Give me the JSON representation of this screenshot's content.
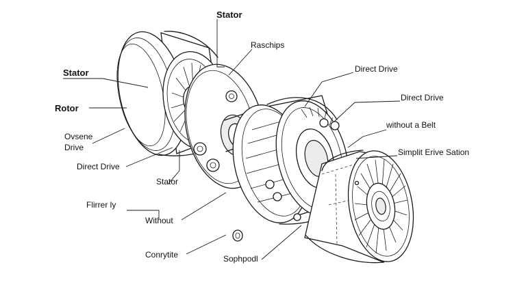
{
  "labels": {
    "stator_top": "Stator",
    "raschips": "Raschips",
    "stator_left": "Stator",
    "rotor": "Rotor",
    "ovsene_drive_line1": "Ovsene",
    "ovsene_drive_line2": "Drive",
    "direct_drive_left": "Direct Drive",
    "stator_mid": "Stator",
    "direct_drive_right_top": "Direct Drive",
    "direct_drive_right_mid": "Direct Drive",
    "without_a_belt": "without a Belt",
    "simplit_erive_sation": "Simplit Erive Sation",
    "flirrerly": "Flirrer ly",
    "without": "Without",
    "conrytite": "Conrytite",
    "sophpodl": "Sophpodl"
  }
}
